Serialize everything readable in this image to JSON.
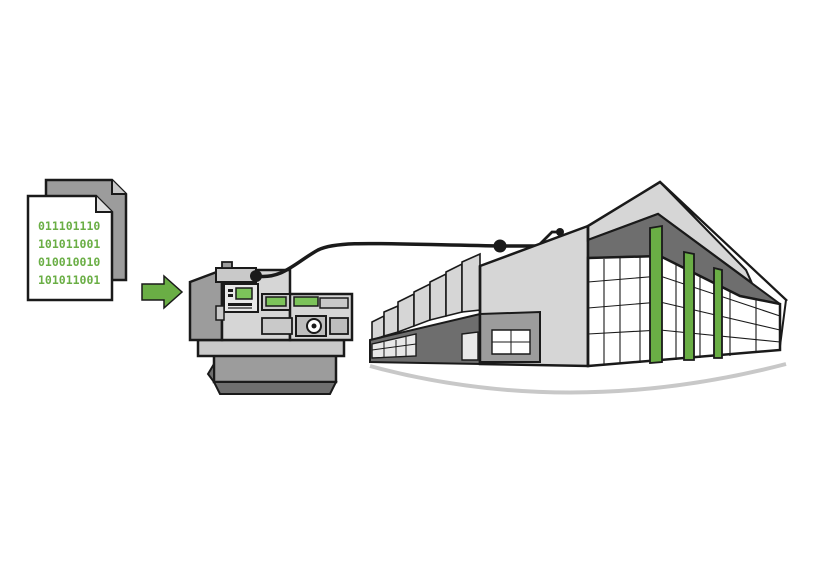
{
  "document": {
    "binary_lines": [
      "011101110",
      "101011001",
      "010010010",
      "101011001"
    ]
  },
  "colors": {
    "accent_green": "#6aae45",
    "outline": "#1a1a1a",
    "light_gray": "#d6d6d6",
    "mid_gray": "#9c9c9c",
    "dark_gray": "#6e6e6e",
    "screen_green": "#7cc35a"
  },
  "icons": {
    "source": "data-file-icon",
    "flow": "right-arrow-icon",
    "machine": "cnc-lathe-icon",
    "connection": "usb-cable-icon",
    "destination": "factory-building-icon"
  }
}
